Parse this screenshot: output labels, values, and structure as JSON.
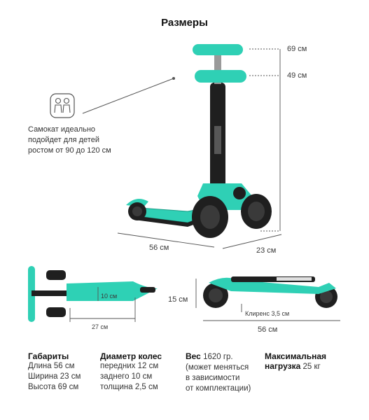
{
  "title": "Размеры",
  "colors": {
    "accent": "#2fd0b5",
    "dark": "#1f1f1f",
    "stem": "#9a9a9a",
    "line": "#555555"
  },
  "icon": {
    "name": "kids-pair-icon"
  },
  "note": {
    "lines": [
      "Самокат идеально",
      "подойдет для детей",
      "ростом от  90 до 120 см"
    ]
  },
  "main_dims": {
    "height_max": "69 см",
    "height_min": "49 см",
    "length": "56 см",
    "width": "23 см"
  },
  "folded_top": {
    "deck_width": "10 см",
    "rear_length": "27 см"
  },
  "folded_side": {
    "height": "15 см",
    "clearance": "Клиренс 3,5 см",
    "length": "56 см"
  },
  "specs": {
    "gabarity": {
      "title": "Габариты",
      "lines": [
        "Длина 56 см",
        "Ширина 23 см",
        "Высота 69 см"
      ]
    },
    "wheels": {
      "title": "Диаметр колес",
      "lines": [
        "передних 12 см",
        "заднего 10 см",
        "толщина 2,5 см"
      ]
    },
    "weight": {
      "title": "Вес",
      "value": "1620 гр.",
      "lines": [
        "(может меняться",
        "в зависимости",
        "от комплектации)"
      ]
    },
    "load": {
      "title1": "Максимальная",
      "title2": "нагрузка",
      "value": "25 кг"
    }
  }
}
